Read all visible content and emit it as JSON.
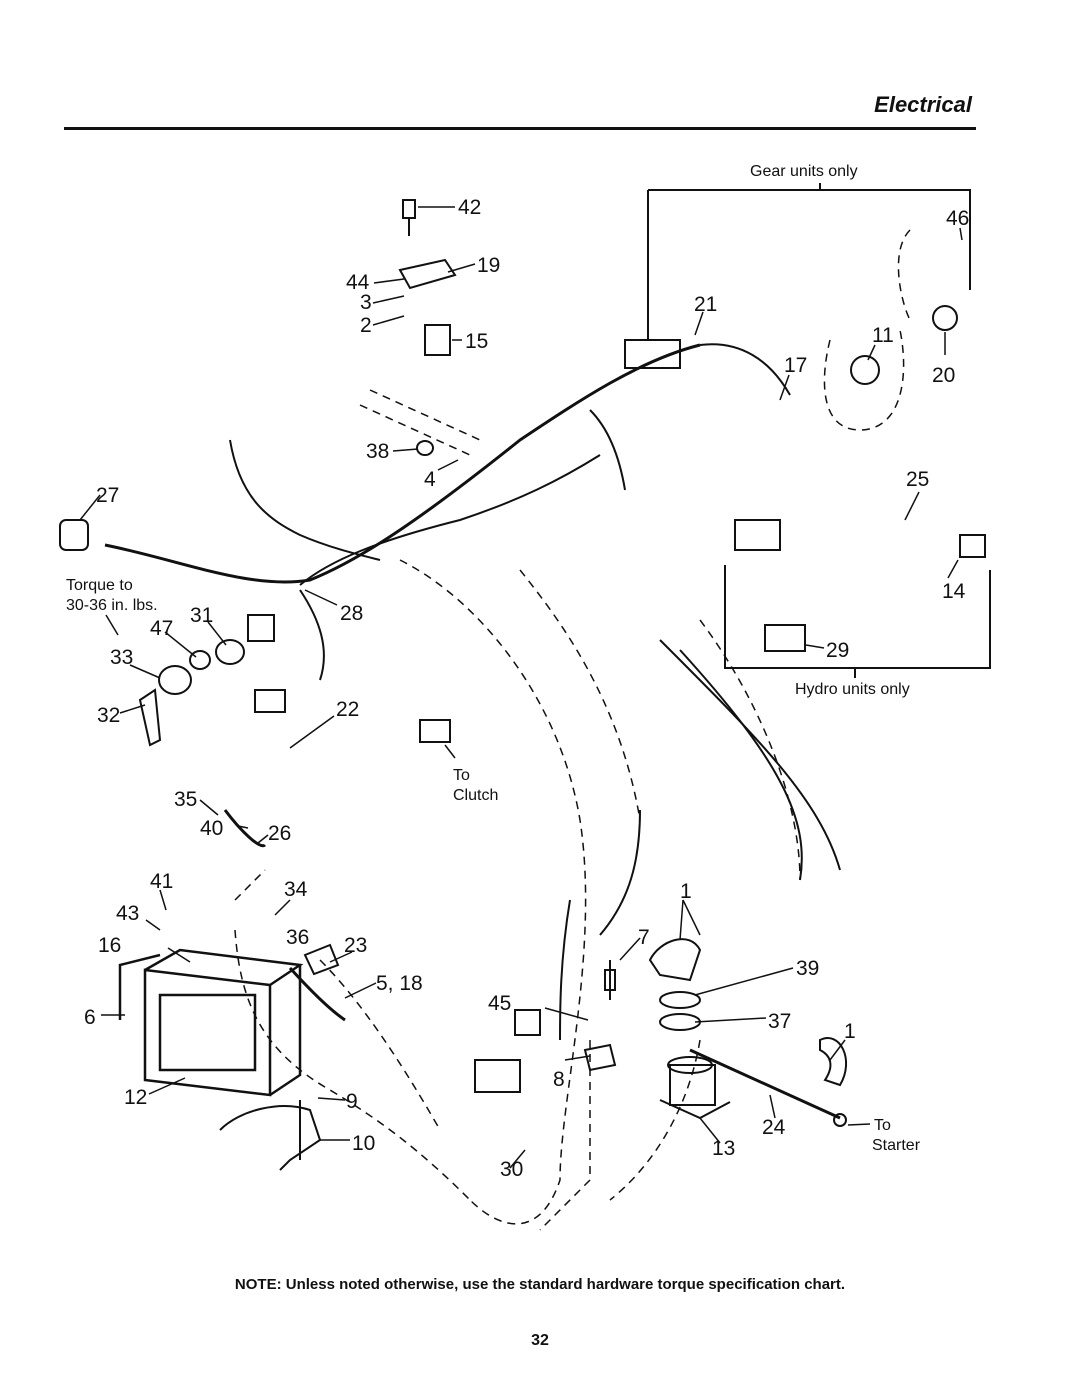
{
  "header": {
    "section_title": "Electrical"
  },
  "diagram": {
    "inset_gear_label": "Gear units only",
    "inset_hydro_label": "Hydro units only",
    "torque_line1": "Torque to",
    "torque_line2": "30-36 in. lbs.",
    "to_clutch_line1": "To",
    "to_clutch_line2": "Clutch",
    "to_starter_line1": "To",
    "to_starter_line2": "Starter",
    "callouts": {
      "c42": "42",
      "c19": "19",
      "c44": "44",
      "c3": "3",
      "c2": "2",
      "c15": "15",
      "c21": "21",
      "c46": "46",
      "c11": "11",
      "c17": "17",
      "c20": "20",
      "c38": "38",
      "c4": "4",
      "c27": "27",
      "c25": "25",
      "c14": "14",
      "c29": "29",
      "c28": "28",
      "c47": "47",
      "c31": "31",
      "c33": "33",
      "c32": "32",
      "c22": "22",
      "c35": "35",
      "c40": "40",
      "c26": "26",
      "c41": "41",
      "c34": "34",
      "c43": "43",
      "c36": "36",
      "c16": "16",
      "c23": "23",
      "c5_18": "5, 18",
      "c6": "6",
      "c12": "12",
      "c9": "9",
      "c10": "10",
      "c1a": "1",
      "c7": "7",
      "c39": "39",
      "c45": "45",
      "c37": "37",
      "c1b": "1",
      "c8": "8",
      "c24": "24",
      "c13": "13",
      "c30": "30"
    }
  },
  "footer": {
    "note": "NOTE: Unless noted otherwise, use the standard hardware torque specification chart.",
    "page_number": "32"
  }
}
